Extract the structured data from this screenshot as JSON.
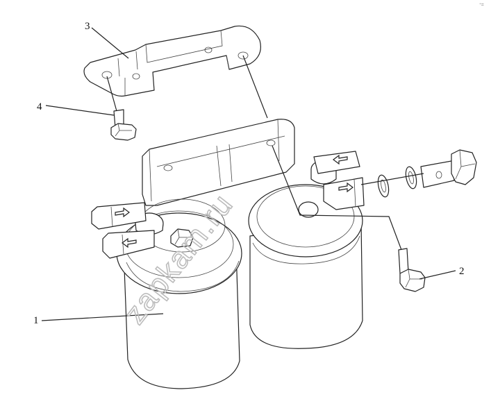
{
  "drawing": {
    "watermark": "zapkam.ru",
    "corner_mark": "ᐩ=",
    "callouts": [
      {
        "number": "1"
      },
      {
        "number": "2"
      },
      {
        "number": "3"
      },
      {
        "number": "4"
      }
    ]
  }
}
